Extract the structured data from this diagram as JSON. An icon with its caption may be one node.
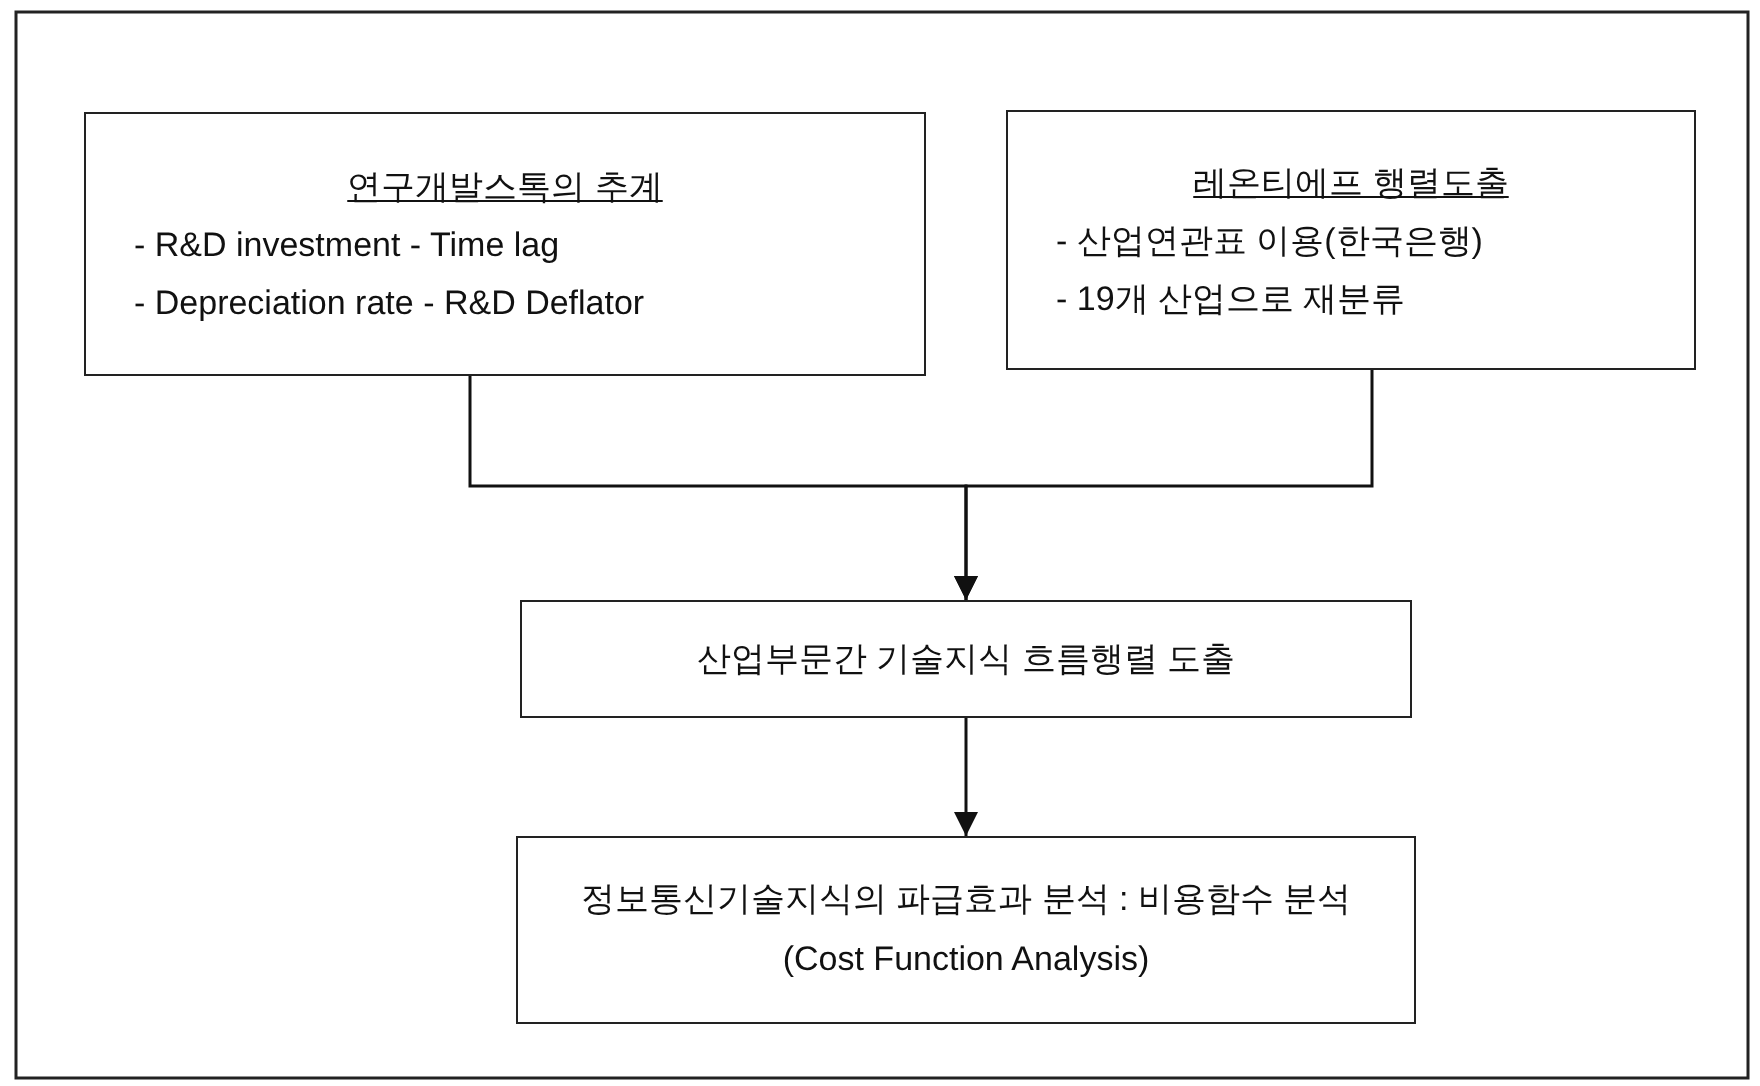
{
  "diagram": {
    "nodes": [
      {
        "text": [
          "연구개발스톡의 추계",
          "- R&D investment - Time lag",
          "- Depreciation rate - R&D Deflator"
        ]
      },
      {
        "text": [
          "레온티에프 행렬도출",
          "- 산업연관표 이용(한국은행)",
          "- 19개 산업으로 재분류"
        ]
      },
      {
        "text": [
          "산업부문간 기술지식 흐름행렬 도출"
        ]
      },
      {
        "text": [
          "정보통신기술지식의 파급효과 분석 : 비용함수 분석(Cost Function Analysis)"
        ]
      }
    ],
    "edges": [
      {
        "from": 0,
        "to": 2,
        "arrow": "to"
      },
      {
        "from": 1,
        "to": 2,
        "arrow": "to"
      },
      {
        "from": 2,
        "to": 3,
        "arrow": "to"
      }
    ]
  }
}
